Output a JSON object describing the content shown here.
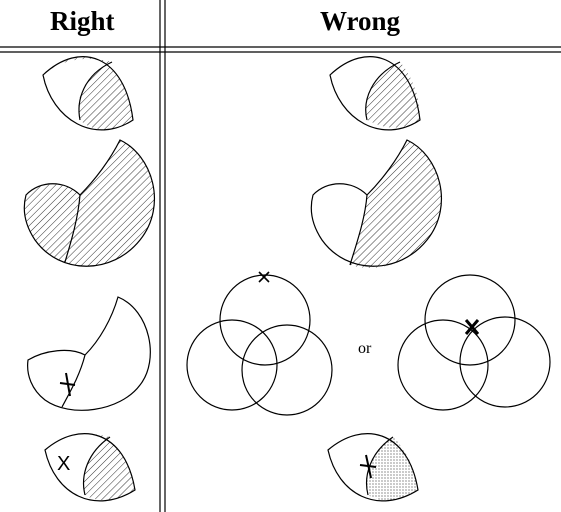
{
  "columns": {
    "right": "Right",
    "wrong": "Wrong"
  },
  "connector": "or",
  "marks": {
    "x_mark": "X"
  }
}
